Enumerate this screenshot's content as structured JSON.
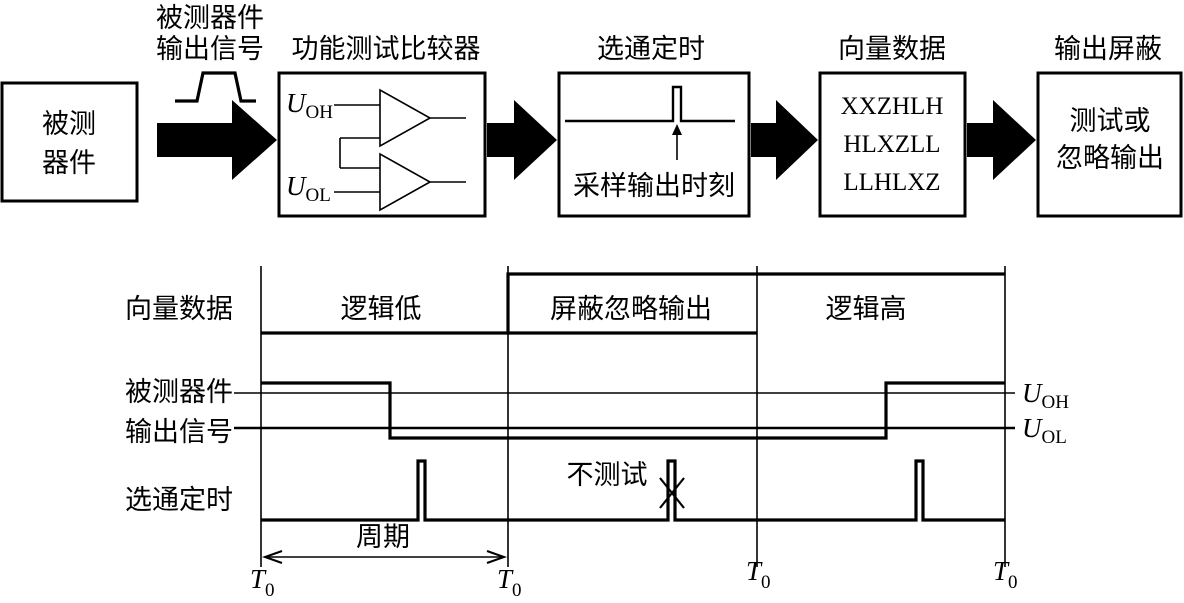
{
  "diagram": {
    "dut_box_label": [
      "被测",
      "器件"
    ],
    "dut_output_label": [
      "被测器件",
      "输出信号"
    ],
    "comparator": {
      "title": "功能测试比较器",
      "uoh_letter": "U",
      "uoh_sub": "OH",
      "uol_letter": "U",
      "uol_sub": "OL"
    },
    "strobe": {
      "title": "选通定时",
      "caption": "采样输出时刻"
    },
    "vector": {
      "title": "向量数据",
      "lines": [
        "XXZHLH",
        "HLXZLL",
        "LLHLXZ"
      ]
    },
    "mask": {
      "title": "输出屏蔽",
      "lines": [
        "测试或",
        "忽略输出"
      ]
    }
  },
  "timing": {
    "row_vector_label": "向量数据",
    "row_output_label": [
      "被测器件",
      "输出信号"
    ],
    "row_strobe_label": "选通定时",
    "segments": [
      "逻辑低",
      "屏蔽忽略输出",
      "逻辑高"
    ],
    "no_test_label": "不测试",
    "period_label": "周期",
    "uoh_letter": "U",
    "uoh_sub": "OH",
    "uol_letter": "U",
    "uol_sub": "OL",
    "t_letter": "T",
    "t_sub": "0"
  }
}
